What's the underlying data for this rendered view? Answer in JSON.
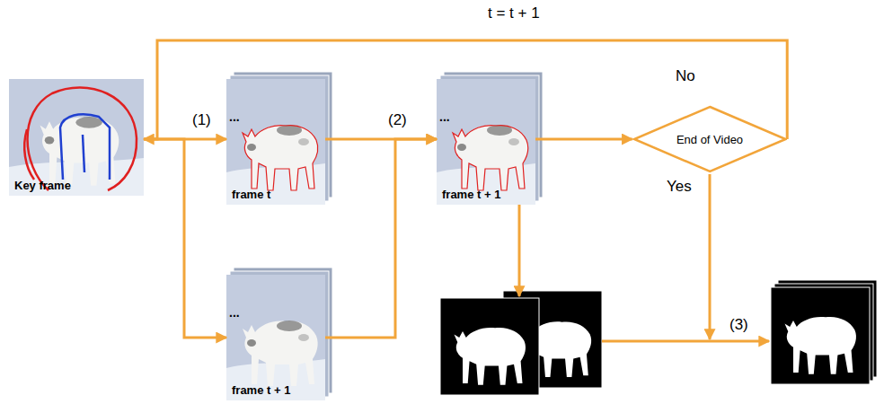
{
  "diagram": {
    "nodes": [
      {
        "text": [
          "Key frame"
        ]
      },
      {
        "text": [
          "frame t"
        ]
      },
      {
        "text": [
          "frame t + 1"
        ]
      },
      {
        "text": [
          "frame t + 1"
        ]
      },
      {
        "text": [
          "End of Video"
        ]
      }
    ],
    "edges": [
      {
        "from": 0,
        "to": 1,
        "arrow": "to",
        "label": "(1)"
      },
      {
        "from": 0,
        "to": 2,
        "arrow": "to"
      },
      {
        "from": 1,
        "to": 3,
        "arrow": "to",
        "label": "(2)"
      },
      {
        "from": 2,
        "to": 3,
        "arrow": "to"
      },
      {
        "from": 3,
        "to": 4,
        "arrow": "to"
      },
      {
        "from": 4,
        "to": 0,
        "arrow": "to",
        "label": "No"
      }
    ],
    "labels": [
      "t = t + 1",
      "...",
      "...",
      "...",
      "Yes",
      "(3)"
    ]
  }
}
